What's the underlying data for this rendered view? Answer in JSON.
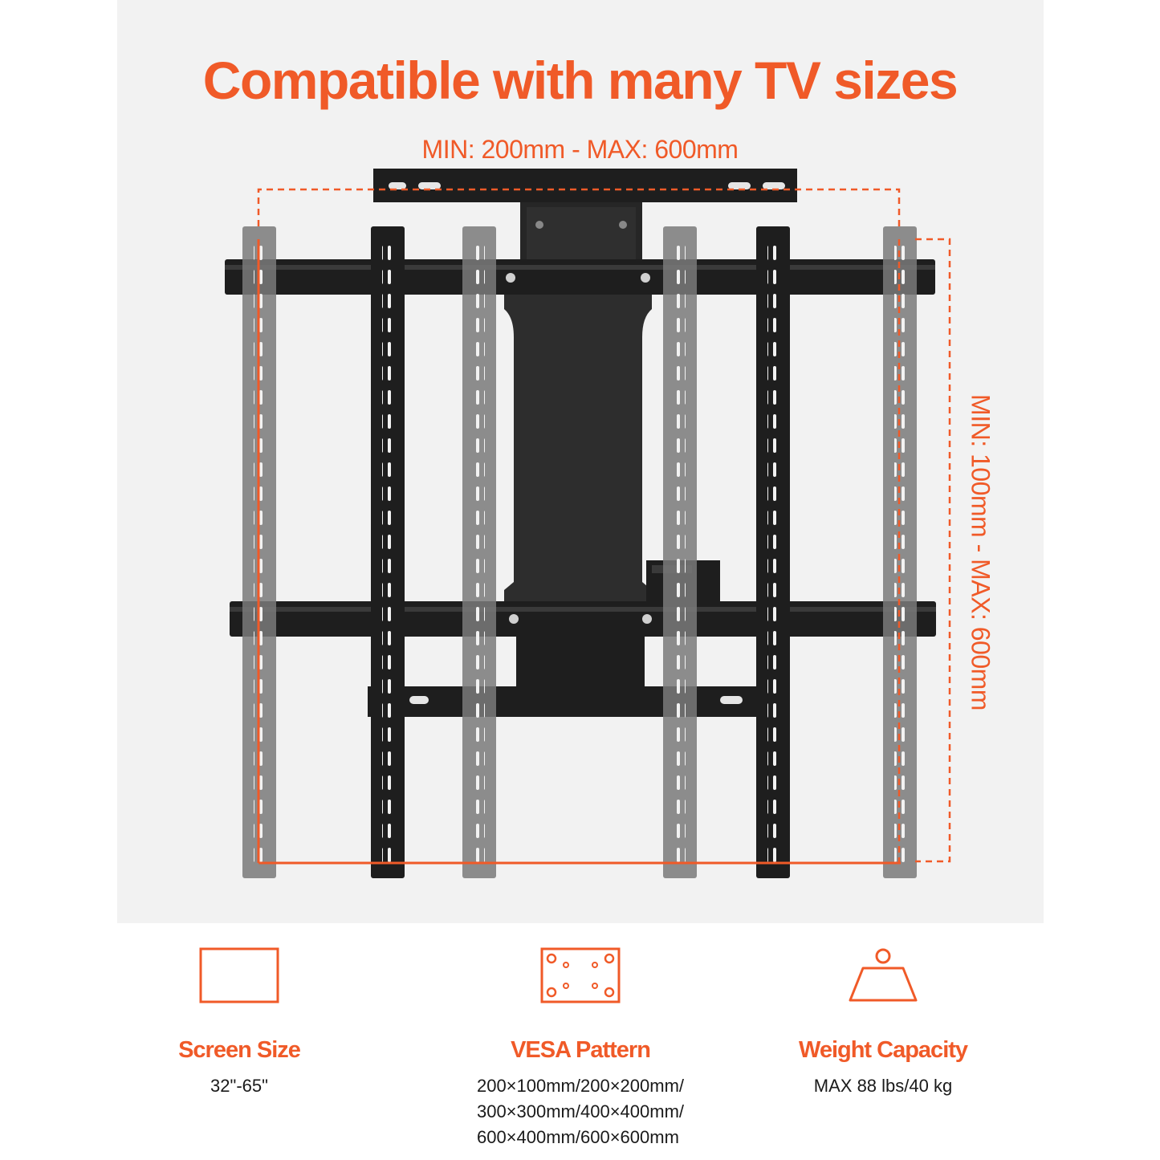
{
  "title": "Compatible with many TV sizes",
  "dimensions": {
    "width_range": "MIN: 200mm - MAX: 600mm",
    "height_range": "MIN: 100mm - MAX: 600mm"
  },
  "accent_color": "#f05a28",
  "features": [
    {
      "icon": "screen-icon",
      "title": "Screen Size",
      "value_lines": [
        "32\"-65\""
      ]
    },
    {
      "icon": "vesa-icon",
      "title": "VESA Pattern",
      "value_lines": [
        "200×100mm/200×200mm/",
        "300×300mm/400×400mm/",
        "600×400mm/600×600mm"
      ]
    },
    {
      "icon": "weight-icon",
      "title": "Weight Capacity",
      "value_lines": [
        "MAX 88 lbs/40 kg"
      ]
    }
  ]
}
